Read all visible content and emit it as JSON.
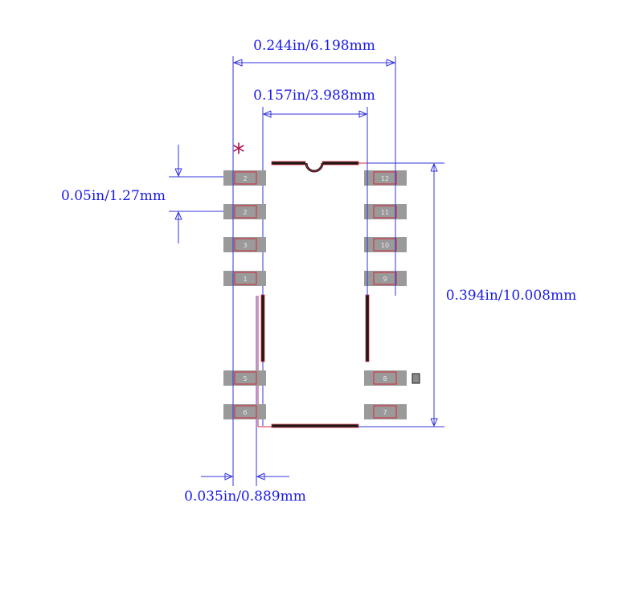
{
  "dimensions": {
    "overall_width": "0.244in/6.198mm",
    "body_width": "0.157in/3.988mm",
    "pitch": "0.05in/1.27mm",
    "length": "0.394in/10.008mm",
    "pad_width": "0.035in/0.889mm"
  },
  "pin1_marker": "*",
  "pins_left": [
    "2",
    "2",
    "3",
    "1",
    "5",
    "6"
  ],
  "pins_right": [
    "12",
    "11",
    "10",
    "9",
    "8",
    "7"
  ],
  "colors": {
    "dimension": "#3333dd",
    "pad": "#9a9a9a",
    "pad_outline": "#d42a3a",
    "outline": "#1a1a1a",
    "marker": "#b0104a"
  }
}
